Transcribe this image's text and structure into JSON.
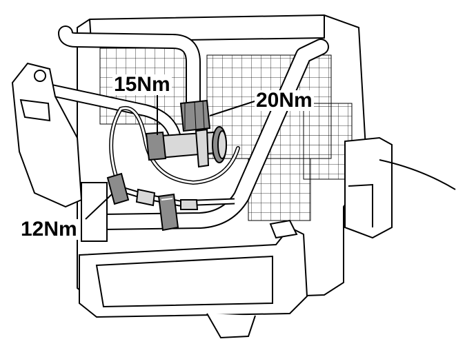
{
  "figure": {
    "labels": {
      "torque_top": "15Nm",
      "torque_right": "20Nm",
      "torque_left": "12Nm"
    },
    "colors": {
      "line": "#000000",
      "fill": "#ffffff",
      "shade": "#d9d9d9",
      "dark_shade": "#8c8c8c"
    }
  }
}
